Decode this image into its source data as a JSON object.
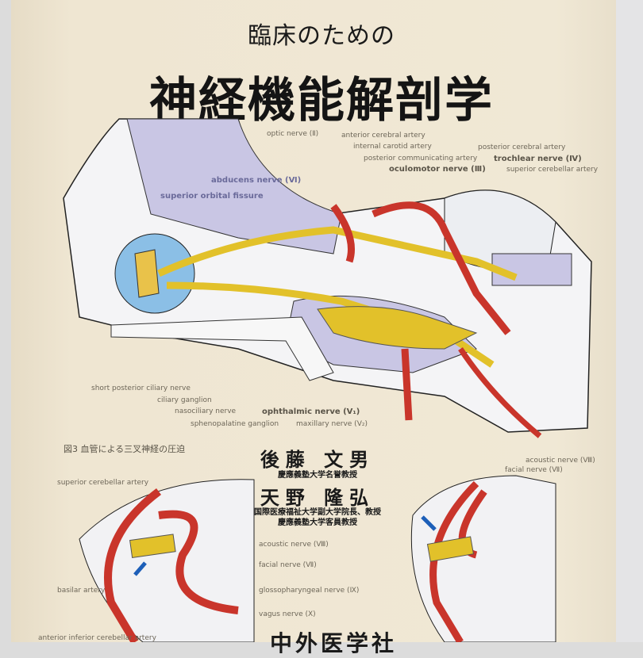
{
  "cover": {
    "subtitle": "臨床のための",
    "title": "神経機能解剖学"
  },
  "main_labels": {
    "optic": "optic nerve (Ⅱ)",
    "ant_cerebral": "anterior cerebral artery",
    "int_carotid": "internal carotid artery",
    "post_comm": "posterior communicating artery",
    "oculomotor": "oculomotor nerve (Ⅲ)",
    "post_cerebral": "posterior cerebral artery",
    "trochlear": "trochlear nerve (Ⅳ)",
    "sup_cerebellar": "superior cerebellar artery",
    "abducens": "abducens nerve (Ⅵ)",
    "sup_orbital": "superior orbital fissure",
    "short_ciliary": "short posterior ciliary nerve",
    "ciliary_ganglion": "ciliary ganglion",
    "nasociliary": "nasociliary nerve",
    "sphenopalatine": "sphenopalatine ganglion",
    "ophthalmic": "ophthalmic nerve (V₁)",
    "maxillary": "maxillary nerve (V₂)",
    "acoustic": "acoustic nerve (Ⅷ)",
    "facial": "facial nerve (Ⅶ)"
  },
  "figure_caption": "図3 血管による三叉神経の圧迫",
  "authors": [
    {
      "name": "後藤 文男",
      "affiliation": [
        "慶應義塾大学名誉教授"
      ]
    },
    {
      "name": "天野 隆弘",
      "affiliation": [
        "国際医療福祉大学副大学院長、教授",
        "慶應義塾大学客員教授"
      ]
    }
  ],
  "lower_labels": {
    "sup_cerebellar": "superior cerebellar artery",
    "basilar": "basilar artery",
    "acoustic": "acoustic nerve (Ⅷ)",
    "facial": "facial nerve (Ⅶ)",
    "glosso": "glossopharyngeal nerve (Ⅸ)",
    "vagus": "vagus nerve (Ⅹ)",
    "aica": "anterior inferior cerebellar artery"
  },
  "publisher": "中外医学社"
}
